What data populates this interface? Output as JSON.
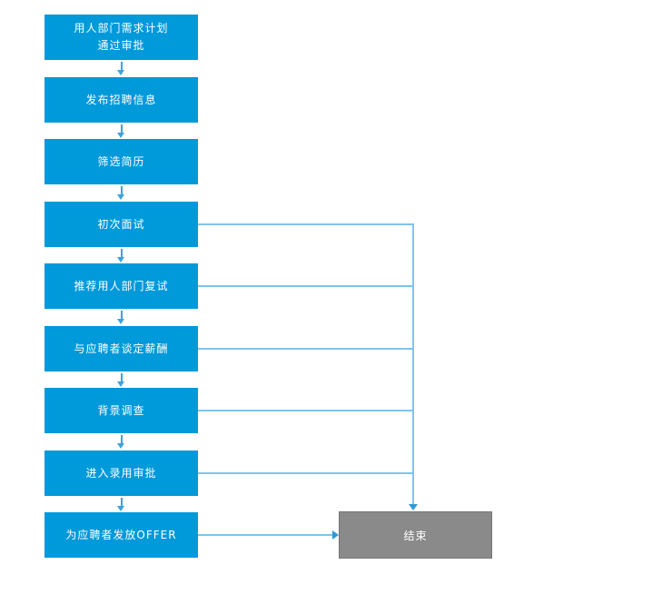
{
  "flowchart": {
    "title": "recruitment-process-flowchart",
    "steps": [
      {
        "label": "用人部门需求计划\n通过审批"
      },
      {
        "label": "发布招聘信息"
      },
      {
        "label": "筛选简历"
      },
      {
        "label": "初次面试"
      },
      {
        "label": "推荐用人部门复试"
      },
      {
        "label": "与应聘者谈定薪酬"
      },
      {
        "label": "背景调查"
      },
      {
        "label": "进入录用审批"
      },
      {
        "label": "为应聘者发放OFFER"
      }
    ],
    "end": {
      "label": "结束"
    },
    "colors": {
      "step_fill": "#0099da",
      "end_fill": "#8a8a8a",
      "connector_line": "#7fc4eb",
      "arrow": "#3fa2dc",
      "text": "#ffffff"
    }
  }
}
